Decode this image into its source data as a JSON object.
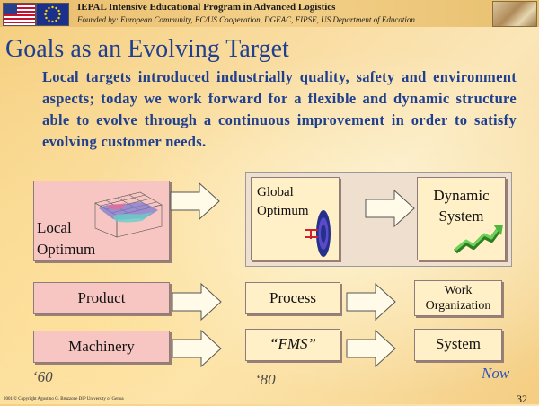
{
  "header": {
    "title": "IEPAL Intensive Educational Program in Advanced Logistics",
    "subtitle": "Founded by: European Community, EC/US Cooperation, DGEAC, FIPSE, US Department of Education"
  },
  "slide": {
    "title": "Goals as an Evolving Target",
    "intro": "Local targets introduced industrially quality, safety and environment aspects; today we work forward for a flexible and dynamic structure able to evolve through a continuous improvement in order to satisfy evolving customer needs."
  },
  "diagram": {
    "local_optimum_line1": "Local",
    "local_optimum_line2": "Optimum",
    "global_optimum_line1": "Global",
    "global_optimum_line2": "Optimum",
    "dynamic_system_line1": "Dynamic",
    "dynamic_system_line2": "System",
    "product": "Product",
    "process": "Process",
    "work_organization_line1": "Work",
    "work_organization_line2": "Organization",
    "machinery": "Machinery",
    "fms": "“FMS”",
    "system": "System",
    "era_60": "‘60",
    "era_80": "‘80",
    "era_now": "Now"
  },
  "footer": {
    "copyright": "2001 © Copyright Agostino G. Bruzzone DIP University of Genoa",
    "page_number": "32"
  },
  "colors": {
    "title_blue": "#1f3f8f",
    "box_pink": "#f8c6c2",
    "box_cream": "#fff0c8",
    "panel": "#eedfcf",
    "now_blue": "#2f55b8"
  }
}
